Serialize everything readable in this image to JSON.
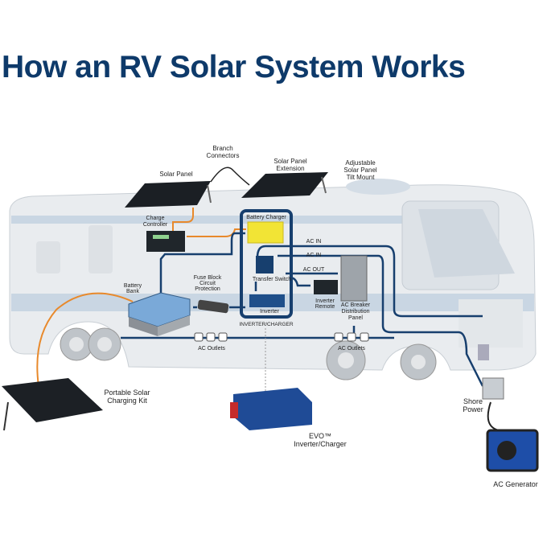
{
  "title": "How an RV Solar System Works",
  "colors": {
    "title": "#0e3a6a",
    "wire_dc": "#e8892b",
    "wire_ac": "#173f6e",
    "charger": "#f2e435",
    "rv_body": "#e9ecef"
  },
  "labels": {
    "branch_connectors": "Branch\nConnectors",
    "solar_panel": "Solar Panel",
    "solar_panel_extension": "Solar Panel\nExtension",
    "tilt_mount": "Adjustable\nSolar Panel\nTilt Mount",
    "charge_controller": "Charge\nController",
    "battery_charger": "Battery Charger",
    "ac_in_1": "AC IN",
    "ac_in_2": "AC IN",
    "ac_out": "AC OUT",
    "transfer_switch": "Transfer Switch",
    "fuse_block": "Fuse Block\nCircuit\nProtection",
    "battery_bank": "Battery\nBank",
    "inverter": "Inverter",
    "inverter_remote": "Inverter\nRemote",
    "ac_breaker": "AC Breaker\nDistribution\nPanel",
    "inverter_charger": "INVERTER/CHARGER",
    "ac_outlets_1": "AC Outlets",
    "ac_outlets_2": "AC Outlets",
    "portable_solar": "Portable Solar\nCharging Kit",
    "shore_power": "Shore\nPower",
    "evo": "EVO™\nInverter/Charger",
    "ac_generator": "AC Generator"
  }
}
